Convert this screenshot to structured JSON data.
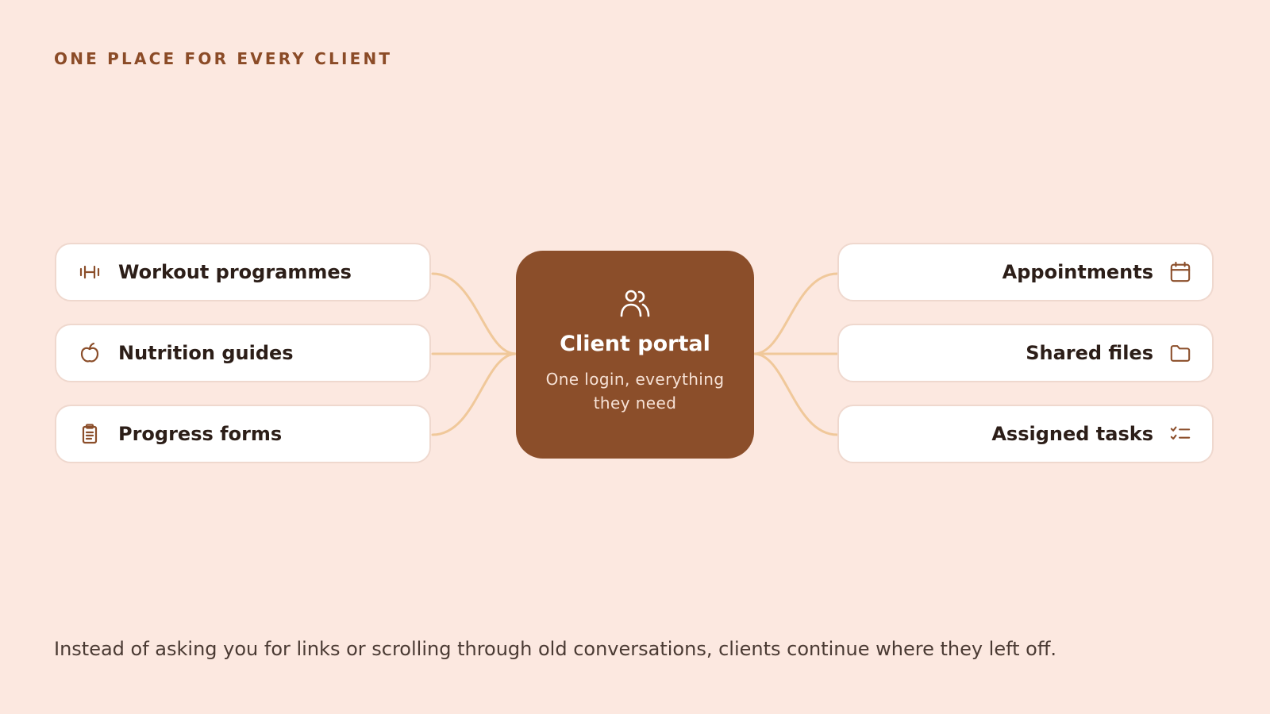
{
  "eyebrow": "ONE PLACE FOR EVERY CLIENT",
  "center": {
    "icon": "users-icon",
    "title": "Client portal",
    "subtitle": "One login, everything they need"
  },
  "left_items": [
    {
      "label": "Workout programmes",
      "icon": "dumbbell-icon"
    },
    {
      "label": "Nutrition guides",
      "icon": "apple-icon"
    },
    {
      "label": "Progress forms",
      "icon": "clipboard-icon"
    }
  ],
  "right_items": [
    {
      "label": "Appointments",
      "icon": "calendar-icon"
    },
    {
      "label": "Shared files",
      "icon": "folder-icon"
    },
    {
      "label": "Assigned tasks",
      "icon": "checklist-icon"
    }
  ],
  "footer": "Instead of asking you for links or scrolling through old conversations, clients continue where they left off.",
  "colors": {
    "background": "#fce8e0",
    "accent": "#8b4e2a",
    "connector": "#f0c89a",
    "card_border": "#efd8ce"
  }
}
